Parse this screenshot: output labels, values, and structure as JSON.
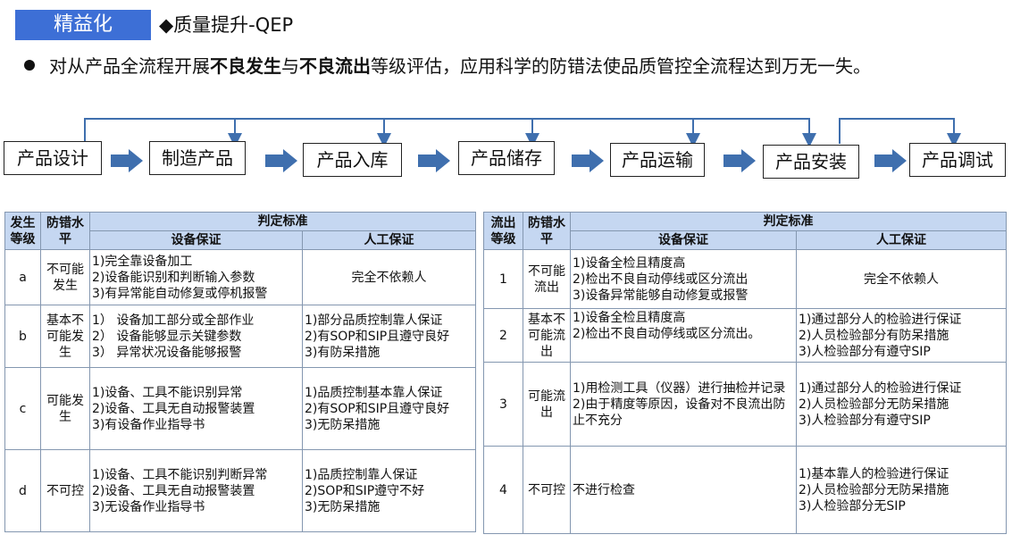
{
  "header": {
    "tag": "精益化",
    "section_title": "◆质量提升-QEP"
  },
  "bullet": {
    "pre": "对从产品全流程开展",
    "bold1": "不良发生",
    "mid": "与",
    "bold2": "不良流出",
    "post": "等级评估，应用科学的防错法使品质管控全流程达到万无一失。"
  },
  "process": [
    "产品设计",
    "制造产品",
    "产品入库",
    "产品储存",
    "产品运输",
    "产品安装",
    "产品调试"
  ],
  "colors": {
    "tag_bg": "#3d6fd6",
    "arrow": "#3f6fae",
    "table_header": "#c5d7f1",
    "border": "#8497b0"
  },
  "occurrence_table": {
    "headers": {
      "level": "发生等级",
      "mistake_proof": "防错水平",
      "criteria": "判定标准",
      "equipment": "设备保证",
      "human": "人工保证"
    },
    "rows": [
      {
        "level": "a",
        "mistake_proof": "不可能发生",
        "equipment": [
          "1)完全靠设备加工",
          "2)设备能识别和判断输入参数",
          "3)有异常能自动修复或停机报警"
        ],
        "human": [
          "完全不依赖人"
        ]
      },
      {
        "level": "b",
        "mistake_proof": "基本不可能发生",
        "equipment": [
          "1） 设备加工部分或全部作业",
          "2） 设备能够显示关键参数",
          "3） 异常状况设备能够报警"
        ],
        "human": [
          "1)部分品质控制靠人保证",
          "2)有SOP和SIP且遵守良好",
          "3)有防呆措施"
        ]
      },
      {
        "level": "c",
        "mistake_proof": "可能发生",
        "equipment": [
          "1)设备、工具不能识别异常",
          "2)设备、工具无自动报警装置",
          "3)有设备作业指导书"
        ],
        "human": [
          "1)品质控制基本靠人保证",
          "2)有SOP和SIP且遵守良好",
          "3)无防呆措施"
        ]
      },
      {
        "level": "d",
        "mistake_proof": "不可控",
        "equipment": [
          "1)设备、工具不能识别判断异常",
          "2)设备、工具无自动报警装置",
          "3)无设备作业指导书"
        ],
        "human": [
          "1)品质控制靠人保证",
          "2)SOP和SIP遵守不好",
          "3)无防呆措施"
        ]
      }
    ]
  },
  "outflow_table": {
    "headers": {
      "level": "流出等级",
      "mistake_proof": "防错水平",
      "criteria": "判定标准",
      "equipment": "设备保证",
      "human": "人工保证"
    },
    "rows": [
      {
        "level": "1",
        "mistake_proof": "不可能流出",
        "equipment": [
          "1)设备全检且精度高",
          "2)检出不良自动停线或区分流出",
          "3)设备异常能够自动修复或报警"
        ],
        "human": [
          "完全不依赖人"
        ]
      },
      {
        "level": "2",
        "mistake_proof": "基本不可能流出",
        "equipment": [
          "1)设备全检且精度高",
          "2)检出不良自动停线或区分流出。"
        ],
        "human": [
          "1)通过部分人的检验进行保证",
          "2)人员检验部分有防呆措施",
          "3)人检验部分有遵守SIP"
        ]
      },
      {
        "level": "3",
        "mistake_proof": "可能流出",
        "equipment": [
          "1)用检测工具（仪器）进行抽检并记录",
          "2)由于精度等原因，设备对不良流出防止不充分"
        ],
        "human": [
          "1)通过部分人的检验进行保证",
          "2)人员检验部分无防呆措施",
          "3)人检验部分有遵守SIP"
        ]
      },
      {
        "level": "4",
        "mistake_proof": "不可控",
        "equipment": [
          "不进行检查"
        ],
        "human": [
          "1)基本靠人的检验进行保证",
          "2)人员检验部分无防呆措施",
          "3)人检验部分无SIP"
        ]
      }
    ]
  }
}
